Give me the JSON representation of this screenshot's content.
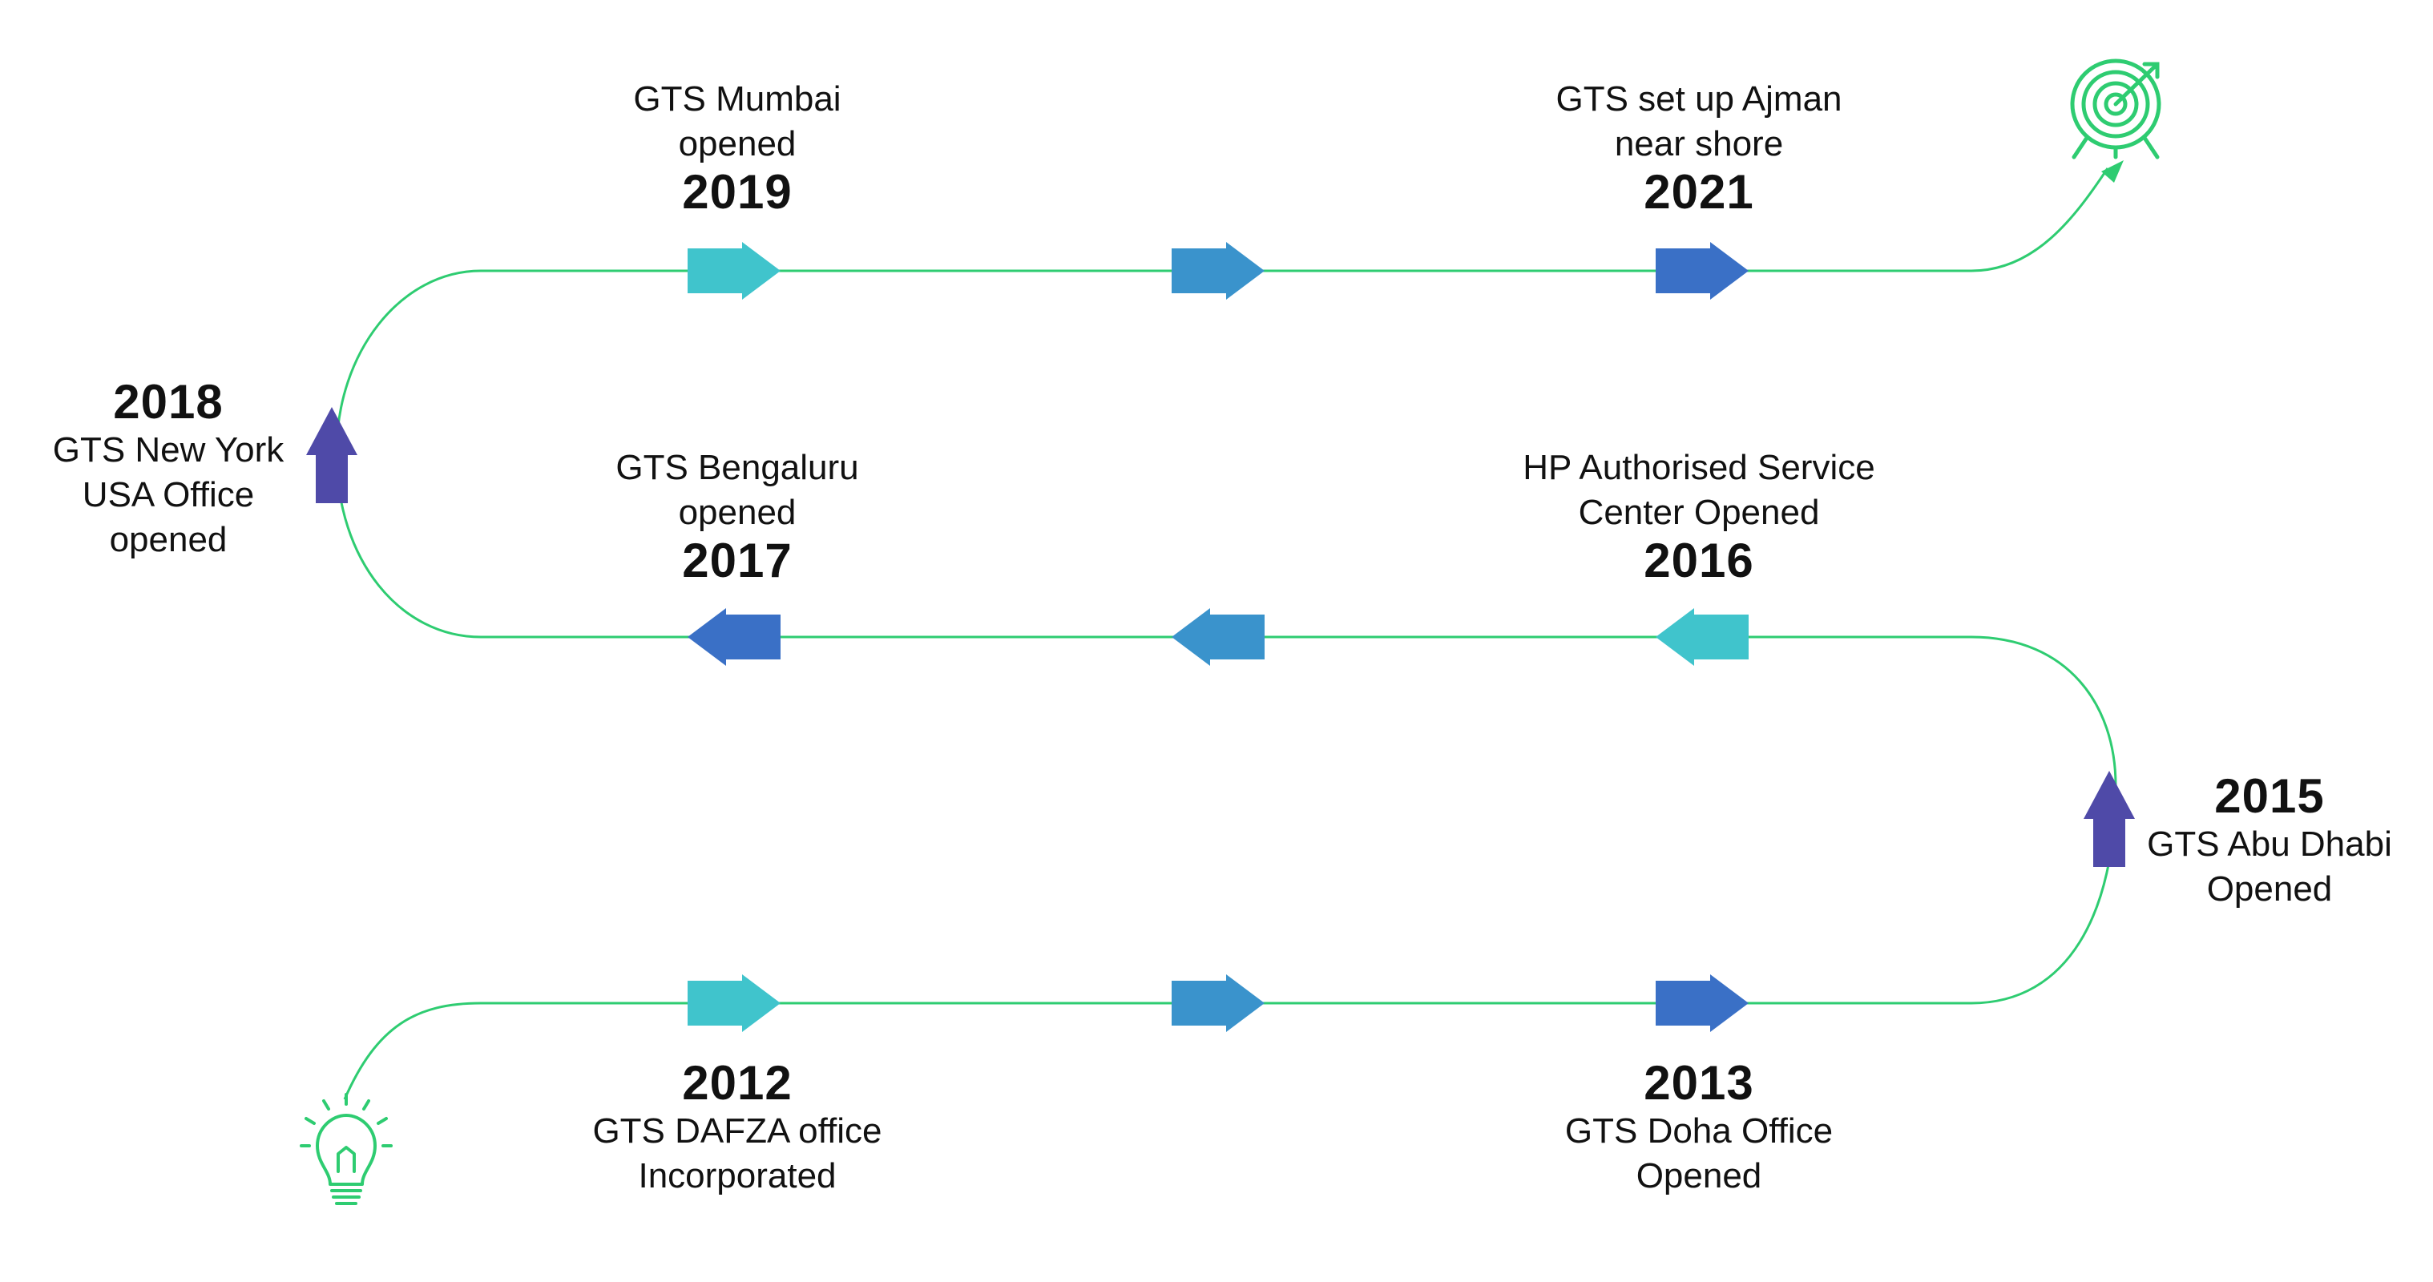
{
  "colors": {
    "path": "#2ecc71",
    "icon": "#2ecc71",
    "arrow_teal": "#40c4cc",
    "arrow_mid": "#3a93cc",
    "arrow_blue": "#3a70c6",
    "arrow_purple": "#4f4aa8",
    "text": "#111111"
  },
  "icons": {
    "start": "lightbulb-icon",
    "end": "target-icon"
  },
  "milestones": [
    {
      "id": "2012",
      "year": "2012",
      "text": "GTS DAFZA office\nIncorporated",
      "order": "year-first"
    },
    {
      "id": "2013",
      "year": "2013",
      "text": "GTS Doha Office\nOpened",
      "order": "year-first"
    },
    {
      "id": "2015",
      "year": "2015",
      "text": "GTS Abu Dhabi\nOpened",
      "order": "year-first"
    },
    {
      "id": "2016",
      "year": "2016",
      "text": "HP Authorised Service\nCenter Opened",
      "order": "text-first"
    },
    {
      "id": "2017",
      "year": "2017",
      "text": "GTS Bengaluru\nopened",
      "order": "text-first"
    },
    {
      "id": "2018",
      "year": "2018",
      "text": "GTS New York\nUSA Office\nopened",
      "order": "year-first"
    },
    {
      "id": "2019",
      "year": "2019",
      "text": "GTS Mumbai\nopened",
      "order": "text-first"
    },
    {
      "id": "2021",
      "year": "2021",
      "text": "GTS set up Ajman\nnear shore",
      "order": "text-first"
    }
  ]
}
